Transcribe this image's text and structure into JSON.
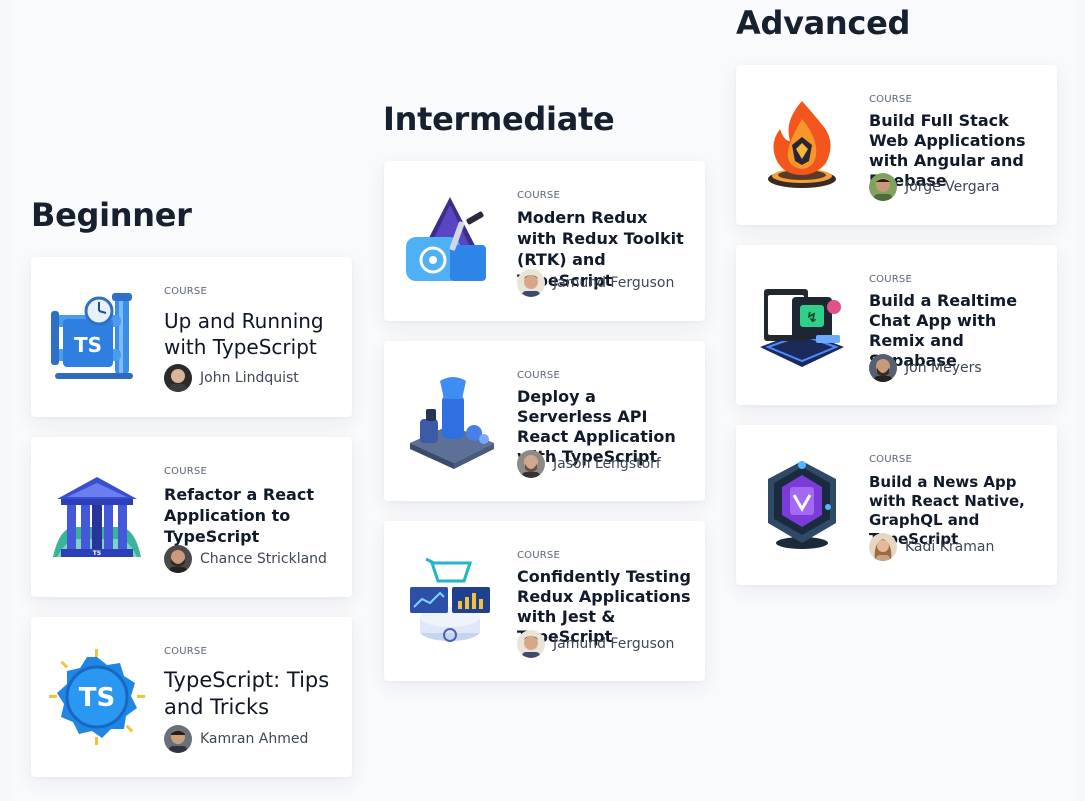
{
  "columns": [
    {
      "heading": "Beginner",
      "courses": [
        {
          "tag": "COURSE",
          "title": "Up and Running with TypeScript",
          "author": "John Lindquist"
        },
        {
          "tag": "COURSE",
          "title": "Refactor a React Application to TypeScript",
          "author": "Chance Strickland"
        },
        {
          "tag": "COURSE",
          "title": "TypeScript: Tips and Tricks",
          "author": "Kamran Ahmed"
        }
      ]
    },
    {
      "heading": "Intermediate",
      "courses": [
        {
          "tag": "COURSE",
          "title": "Modern Redux with Redux Toolkit (RTK) and TypeScript",
          "author": "Jamund Ferguson"
        },
        {
          "tag": "COURSE",
          "title": "Deploy a Serverless API React Application with TypeScript",
          "author": "Jason Lengstorf"
        },
        {
          "tag": "COURSE",
          "title": "Confidently Testing Redux Applications with Jest & TypeScript",
          "author": "Jamund Ferguson"
        }
      ]
    },
    {
      "heading": "Advanced",
      "courses": [
        {
          "tag": "COURSE",
          "title": "Build Full Stack Web Applications with Angular and Firebase",
          "author": "Jorge Vergara"
        },
        {
          "tag": "COURSE",
          "title": "Build a Realtime Chat App with Remix and Supabase",
          "author": "Jon Meyers"
        },
        {
          "tag": "COURSE",
          "title": "Build a News App with React Native, GraphQL and TypeScript",
          "author": "Kadi Kraman"
        }
      ]
    }
  ],
  "icons": {
    "c0_0": "typescript-pipes-icon",
    "c0_1": "typescript-temple-icon",
    "c0_2": "typescript-badge-icon",
    "c1_0": "redux-toolbox-icon",
    "c1_1": "serverless-machine-icon",
    "c1_2": "redux-testing-cart-icon",
    "c2_0": "firebase-fire-icon",
    "c2_1": "remix-supabase-chat-icon",
    "c2_2": "react-native-phone-icon"
  },
  "colors": {
    "background": "#f9fafc",
    "card": "#ffffff",
    "heading": "#16202e",
    "typescript_blue": "#2f7fe0",
    "fire_orange": "#f26a1b"
  }
}
